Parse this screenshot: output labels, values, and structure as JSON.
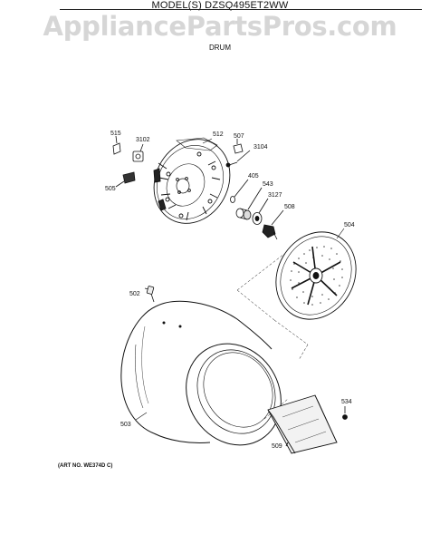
{
  "header": {
    "model": "MODEL(S) DZSQ495ET2WW",
    "watermark": "AppliancePartsPros.com",
    "section": "DRUM"
  },
  "parts": {
    "p515": "515",
    "p3102": "3102",
    "p512": "512",
    "p507": "507",
    "p3104": "3104",
    "p505": "505",
    "p405": "405",
    "p543": "543",
    "p3127": "3127",
    "p508": "508",
    "p504": "504",
    "p502": "502",
    "p503": "503",
    "p534": "534",
    "p509": "509"
  },
  "footer": {
    "art_no": "(ART NO. WE374D C)"
  }
}
